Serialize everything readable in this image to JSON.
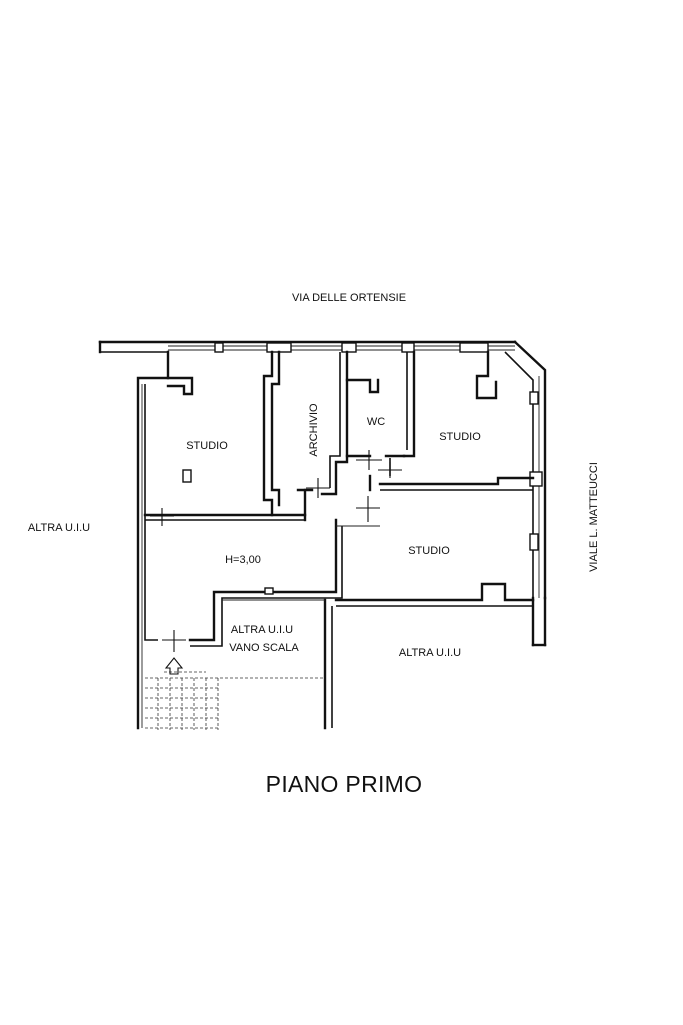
{
  "streets": {
    "top": "VIA DELLE ORTENSIE",
    "right": "VIALE L. MATTEUCCI"
  },
  "rooms": {
    "studio_left": "STUDIO",
    "archivio": "ARCHIVIO",
    "wc": "WC",
    "studio_right": "STUDIO",
    "studio_center": "STUDIO",
    "hall_height": "H=3,00"
  },
  "neighbors": {
    "left": "ALTRA U.I.U",
    "stair_line1": "ALTRA U.I.U",
    "stair_line2": "VANO SCALA",
    "bottom_right": "ALTRA U.I.U"
  },
  "title": "PIANO PRIMO"
}
